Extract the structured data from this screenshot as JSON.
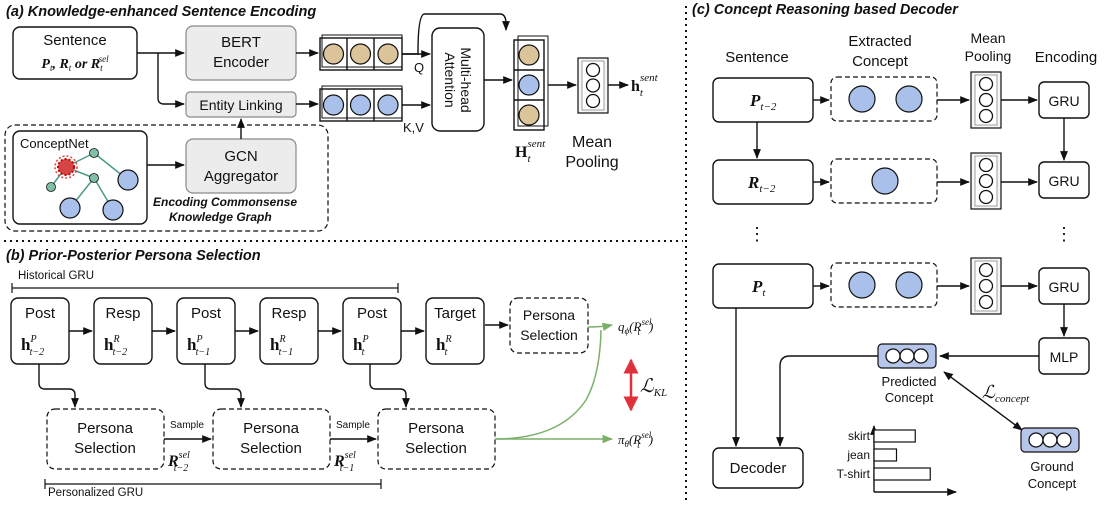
{
  "sections": {
    "a": "(a) Knowledge-enhanced Sentence Encoding",
    "b": "(b) Prior-Posterior Persona Selection",
    "c": "(c) Concept Reasoning based Decoder"
  },
  "panel_a": {
    "sentence": "Sentence",
    "sentence_math": "Pt, Rt or Rtsel",
    "bert_line1": "BERT",
    "bert_line2": "Encoder",
    "entity_linking": "Entity Linking",
    "conceptnet": "ConceptNet",
    "gcn_line1": "GCN",
    "gcn_line2": "Aggregator",
    "kg_line1": "Encoding Commonsense",
    "kg_line2": "Knowledge Graph",
    "attention_line1": "Multi-head",
    "attention_line2": "Attention",
    "q": "Q",
    "kv": "K,V",
    "h_sent_main": "H",
    "h_sent_sub": "t",
    "h_sent_sup": "sent",
    "h_out_main": "h",
    "h_out_sub": "t",
    "h_out_sup": "sent",
    "mean_pooling_line1": "Mean",
    "mean_pooling_line2": "Pooling"
  },
  "panel_b": {
    "historical_gru": "Historical GRU",
    "personalized_gru": "Personalized GRU",
    "chain": [
      {
        "title": "Post",
        "h": "h",
        "sup": "P",
        "sub": "t−2"
      },
      {
        "title": "Resp",
        "h": "h",
        "sup": "R",
        "sub": "t−2"
      },
      {
        "title": "Post",
        "h": "h",
        "sup": "P",
        "sub": "t−1"
      },
      {
        "title": "Resp",
        "h": "h",
        "sup": "R",
        "sub": "t−1"
      },
      {
        "title": "Post",
        "h": "h",
        "sup": "P",
        "sub": "t"
      },
      {
        "title": "Target",
        "h": "h",
        "sup": "R",
        "sub": "t"
      }
    ],
    "persona_line1": "Persona",
    "persona_line2": "Selection",
    "sample": "Sample",
    "r_sel_1": {
      "main": "R",
      "sup": "sel",
      "sub": "t−2"
    },
    "r_sel_2": {
      "main": "R",
      "sup": "sel",
      "sub": "t−1"
    },
    "q_phi": "qϕ(Rtsel)",
    "pi_theta": "πθ(Rtsel)",
    "l_kl_main": "ℒ",
    "l_kl_sub": "KL"
  },
  "panel_c": {
    "col_sentence": "Sentence",
    "col_concept_line1": "Extracted",
    "col_concept_line2": "Concept",
    "col_pool_line1": "Mean",
    "col_pool_line2": "Pooling",
    "col_encoding": "Encoding",
    "rows": [
      {
        "main": "P",
        "sub": "t−2"
      },
      {
        "main": "R",
        "sub": "t−2"
      },
      {
        "main": "P",
        "sub": "t"
      }
    ],
    "gru": "GRU",
    "dots": "⋮",
    "mlp": "MLP",
    "decoder": "Decoder",
    "predicted_line1": "Predicted",
    "predicted_line2": "Concept",
    "ground_line1": "Ground",
    "ground_line2": "Concept",
    "l_concept_main": "ℒ",
    "l_concept_sub": "concept",
    "chart_labels": [
      "skirt",
      "jean",
      "T-shirt"
    ],
    "chart_values": [
      0.55,
      0.3,
      0.75
    ]
  },
  "colors": {
    "blue": "#a9c0ea",
    "tan": "#dcc49a",
    "gray_box": "#ececec",
    "green_arrow": "#7ab06a",
    "red_arrow": "#e0303a",
    "teal_node": "#7fbfa6"
  }
}
